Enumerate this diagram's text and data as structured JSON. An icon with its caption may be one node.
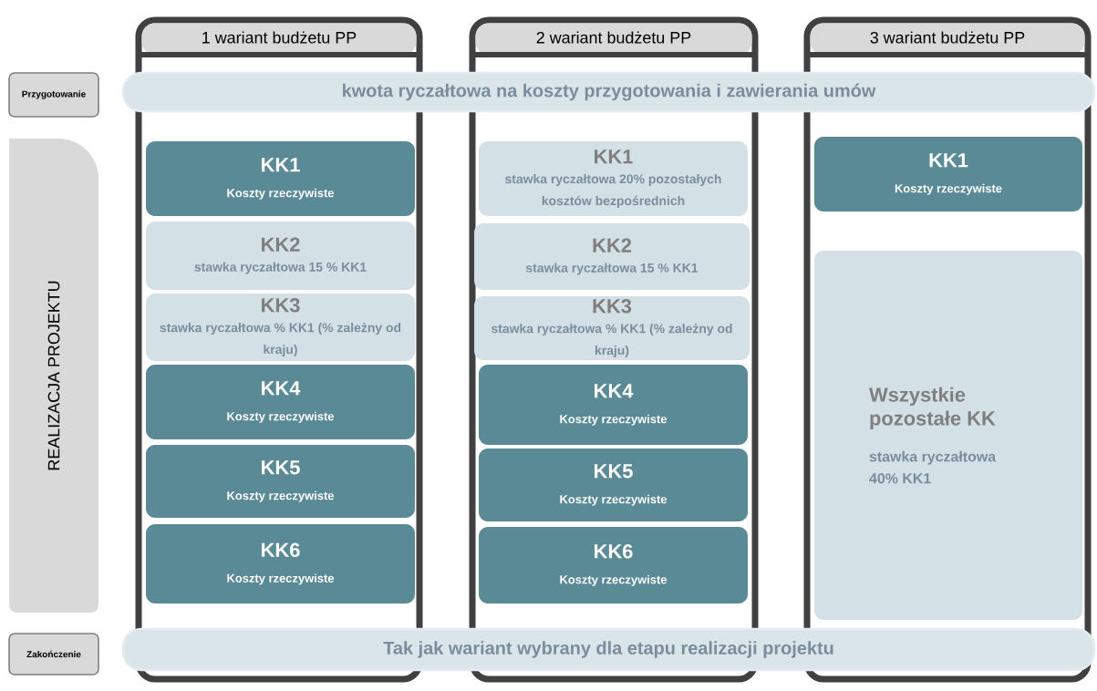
{
  "diagram": {
    "nodes": [
      {
        "text": [
          "1 wariant budżetu PP"
        ]
      },
      {
        "text": [
          "2 wariant budżetu PP"
        ]
      },
      {
        "text": [
          "3 wariant budżetu PP"
        ]
      },
      {
        "text": [
          "Przygotowanie"
        ]
      },
      {
        "text": [
          "REALIZACJA PROJEKTU"
        ]
      },
      {
        "text": [
          "Zakończenie"
        ]
      },
      {
        "text": [
          "kwota ryczałtowa na koszty przygotowania i zawierania umów"
        ]
      },
      {
        "text": [
          "Tak jak wariant wybrany dla etapu realizacji projektu"
        ]
      },
      {
        "text": [
          "KK1",
          "Koszty rzeczywiste"
        ],
        "in": 0
      },
      {
        "text": [
          "KK2",
          "stawka ryczałtowa 15 % KK1"
        ],
        "in": 0
      },
      {
        "text": [
          "KK3",
          "stawka ryczałtowa % KK1 (% zależny od kraju)"
        ],
        "in": 0
      },
      {
        "text": [
          "KK4",
          "Koszty rzeczywiste"
        ],
        "in": 0
      },
      {
        "text": [
          "KK5",
          "Koszty rzeczywiste"
        ],
        "in": 0
      },
      {
        "text": [
          "KK6",
          "Koszty rzeczywiste"
        ],
        "in": 0
      },
      {
        "text": [
          "KK1",
          "stawka ryczałtowa 20% pozostałych kosztów bezpośrednich"
        ],
        "in": 1
      },
      {
        "text": [
          "KK2",
          "stawka ryczałtowa 15 % KK1"
        ],
        "in": 1
      },
      {
        "text": [
          "KK3",
          "stawka ryczałtowa % KK1 (% zależny od kraju)"
        ],
        "in": 1
      },
      {
        "text": [
          "KK4",
          "Koszty rzeczywiste"
        ],
        "in": 1
      },
      {
        "text": [
          "KK5",
          "Koszty rzeczywiste"
        ],
        "in": 1
      },
      {
        "text": [
          "KK6",
          "Koszty rzeczywiste"
        ],
        "in": 1
      },
      {
        "text": [
          "KK1",
          "Koszty rzeczywiste"
        ],
        "in": 2
      },
      {
        "text": [
          "Wszystkie pozostałe KK",
          "stawka ryczałtowa 40% KK1"
        ],
        "in": 2
      }
    ]
  }
}
